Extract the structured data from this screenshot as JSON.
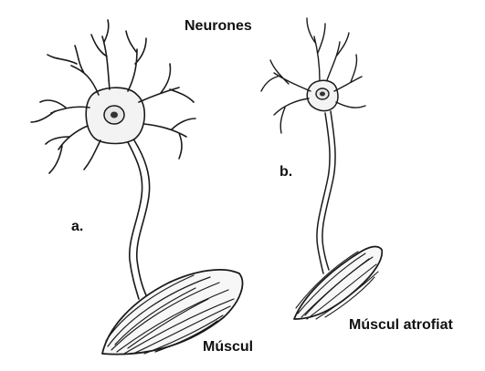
{
  "labels": {
    "title": "Neurones",
    "neuron_a": "a.",
    "neuron_b": "b.",
    "muscle_normal": "Múscul",
    "muscle_atrophied": "Múscul atrofiat"
  }
}
